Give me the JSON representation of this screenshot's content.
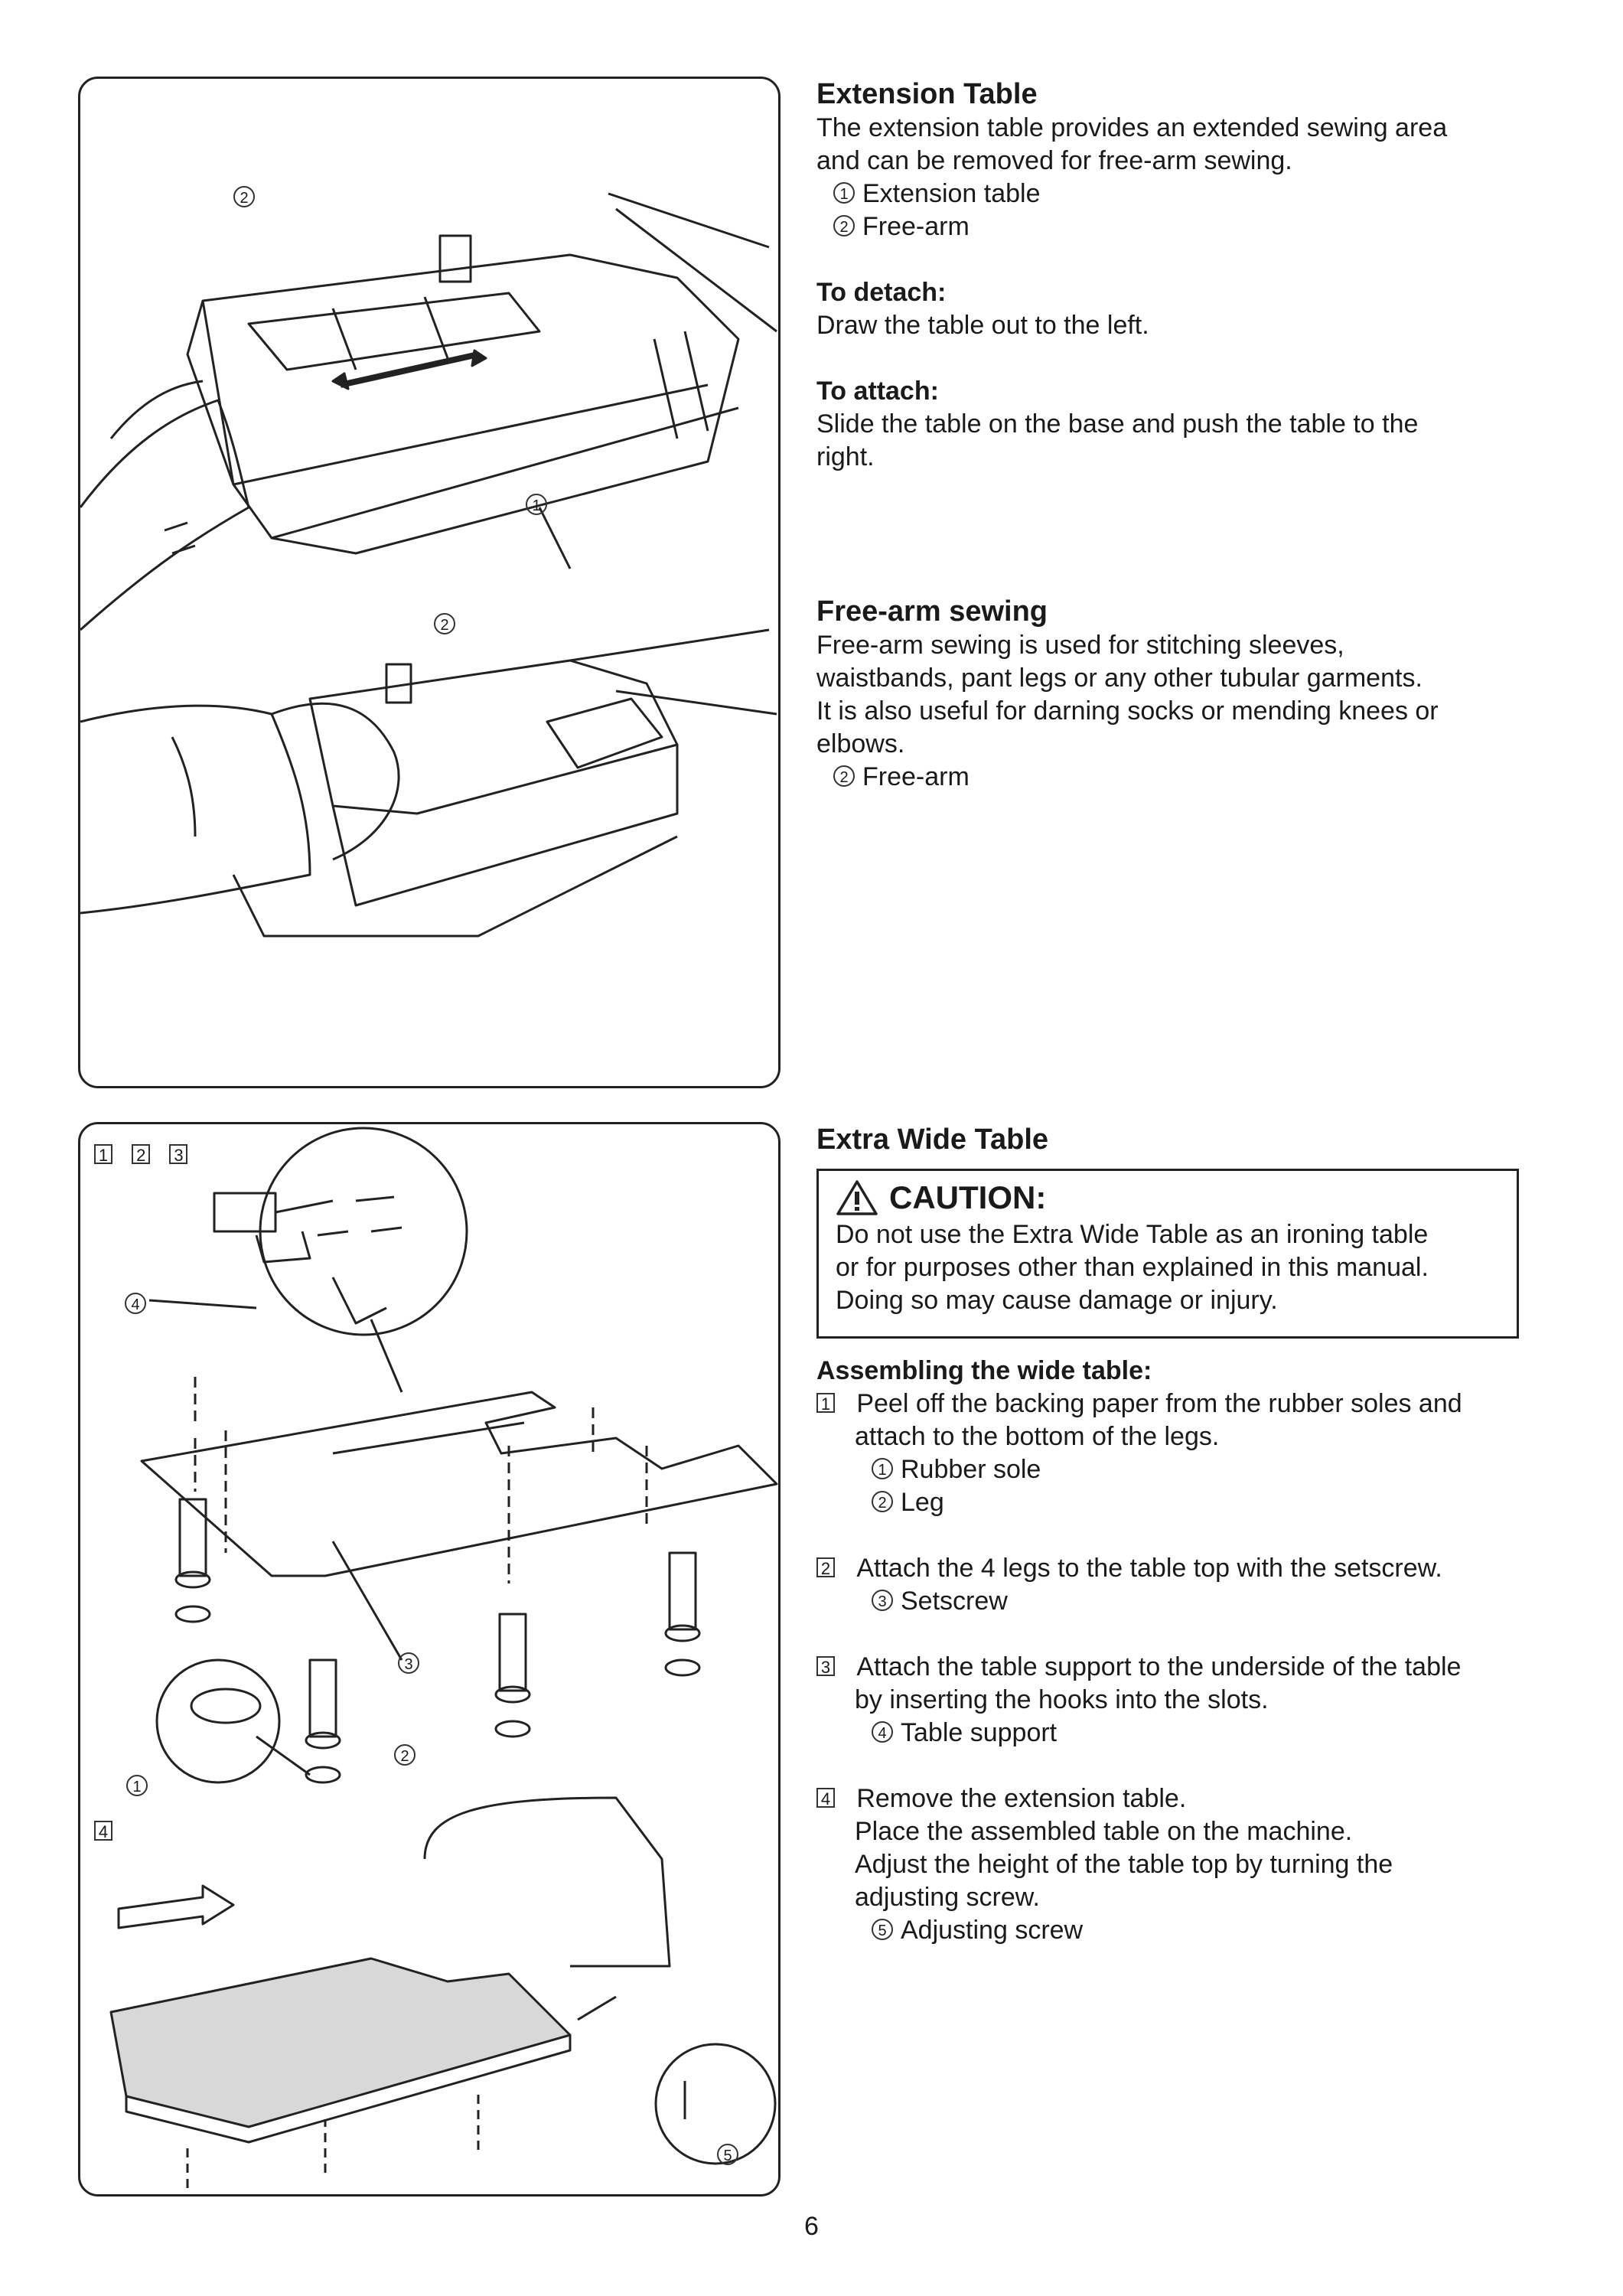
{
  "extension": {
    "title": "Extension Table",
    "intro": [
      "The extension table provides an extended sewing area",
      "and can be removed for free-arm sewing."
    ],
    "items": [
      {
        "num": "1",
        "text": "Extension table"
      },
      {
        "num": "2",
        "text": "Free-arm"
      }
    ],
    "detach_title": "To detach:",
    "detach_text": "Draw the table out to the left.",
    "attach_title": "To attach:",
    "attach_lines": [
      "Slide the table on the base and push the table to the",
      "right."
    ]
  },
  "freearm": {
    "title": "Free-arm sewing",
    "lines": [
      "Free-arm sewing is used for stitching sleeves,",
      "waistbands, pant legs or any other tubular garments.",
      "It is also useful for darning socks or mending knees or",
      "elbows."
    ],
    "item": {
      "num": "2",
      "text": "Free-arm"
    }
  },
  "wide": {
    "title": "Extra Wide Table",
    "caution_title": "CAUTION:",
    "caution_lines": [
      "Do not use the Extra Wide Table as an ironing table",
      "or for purposes other than explained in this manual.",
      "Doing so may cause damage or injury."
    ],
    "assembling_title": "Assembling the wide table:",
    "steps": [
      {
        "num": "1",
        "lines": [
          "Peel off the backing paper from the rubber soles and",
          "attach to the bottom of the legs."
        ],
        "parts": [
          {
            "num": "1",
            "text": "Rubber sole"
          },
          {
            "num": "2",
            "text": "Leg"
          }
        ]
      },
      {
        "num": "2",
        "lines": [
          "Attach the 4 legs to the table top with the setscrew."
        ],
        "parts": [
          {
            "num": "3",
            "text": "Setscrew"
          }
        ]
      },
      {
        "num": "3",
        "lines": [
          "Attach the table support to the underside of the table",
          "by inserting the hooks into the slots."
        ],
        "parts": [
          {
            "num": "4",
            "text": "Table support"
          }
        ]
      },
      {
        "num": "4",
        "lines": [
          "Remove the extension table.",
          "Place the assembled table on the machine.",
          "Adjust the height of the table top by turning the",
          "adjusting screw."
        ],
        "parts": [
          {
            "num": "5",
            "text": "Adjusting screw"
          }
        ]
      }
    ]
  },
  "figure_labels": {
    "c1": "1",
    "c2": "2",
    "c3": "3",
    "c4": "4",
    "c5": "5",
    "s1": "1",
    "s2": "2",
    "s3": "3",
    "s4": "4"
  },
  "page_number": "6"
}
